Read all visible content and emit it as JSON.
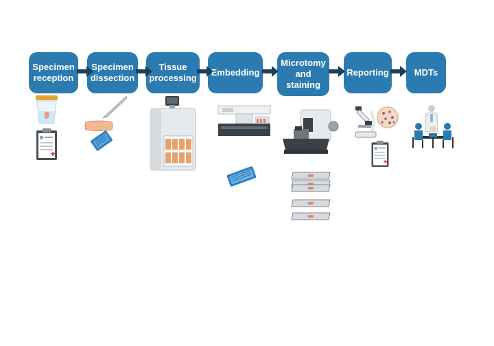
{
  "workflow": {
    "steps": [
      {
        "label": "Specimen reception"
      },
      {
        "label": "Specimen dissection"
      },
      {
        "label": "Tissue processing"
      },
      {
        "label": "Embedding"
      },
      {
        "label": "Microtomy and staining"
      },
      {
        "label": "Reporting"
      },
      {
        "label": "MDTs"
      }
    ]
  },
  "colors": {
    "step_fill": "#2b7bb0",
    "arrow": "#1c3f5a",
    "step_text": "#ffffff"
  },
  "icons": [
    "specimen-container-icon",
    "clipboard-report-icon",
    "scalpel-icon",
    "tissue-sample-icon",
    "cassette-icon",
    "tissue-processor-icon",
    "embedding-station-icon",
    "microtome-icon",
    "glass-slide-icon",
    "microscope-icon",
    "cell-magnifier-icon",
    "clinician-icon",
    "meeting-table-icon"
  ]
}
